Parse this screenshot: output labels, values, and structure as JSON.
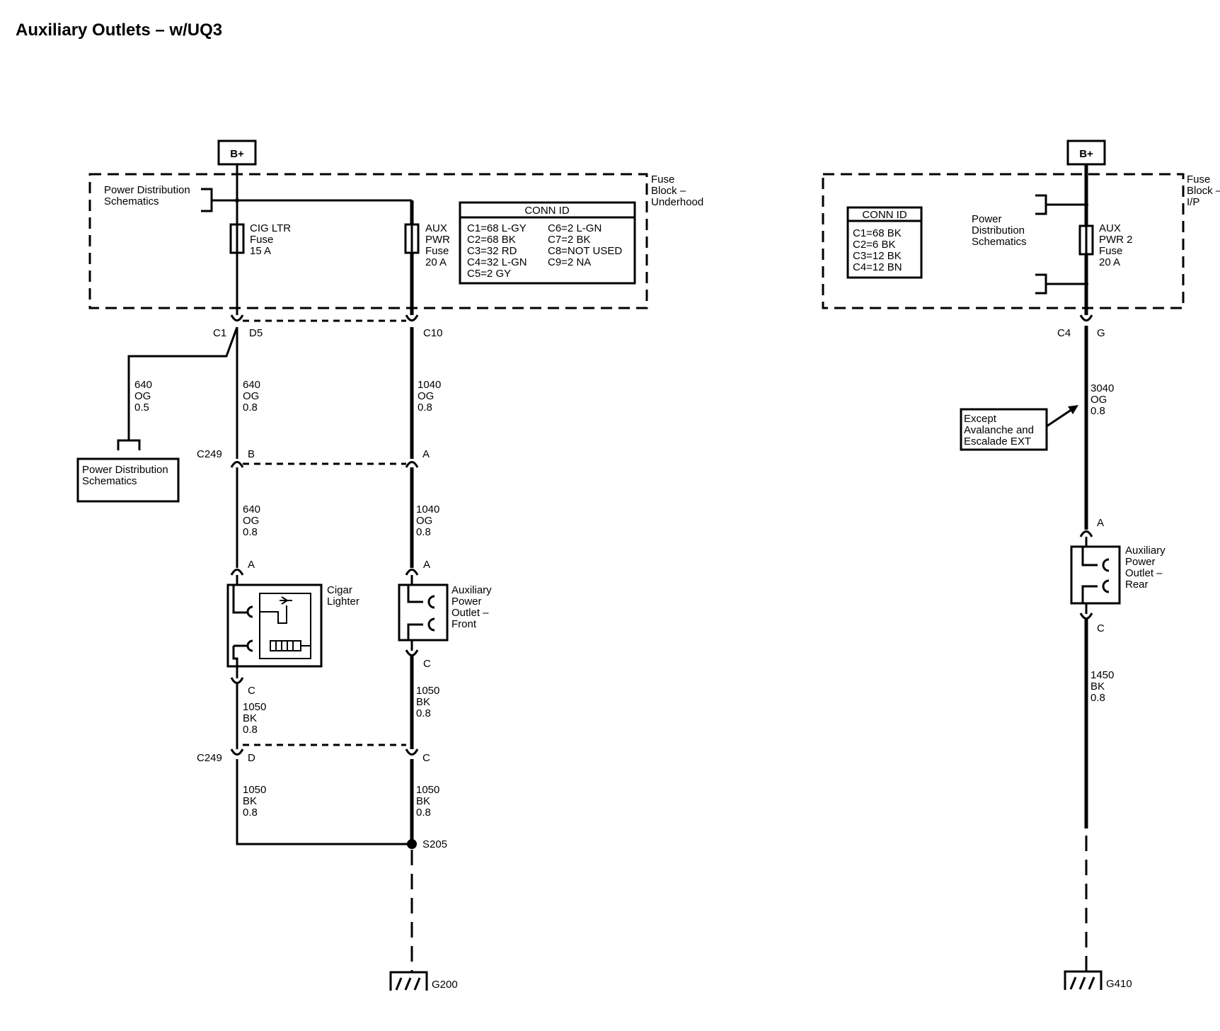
{
  "title": "Auxiliary Outlets – w/UQ3",
  "left_circuit": {
    "battery": "B+",
    "fuse_block_label": [
      "Fuse",
      "Block –",
      "Underhood"
    ],
    "pds_top": [
      "Power Distribution",
      "Schematics"
    ],
    "cig_fuse": [
      "CIG LTR",
      "Fuse",
      "15 A"
    ],
    "aux_fuse": [
      "AUX",
      "PWR",
      "Fuse",
      "20 A"
    ],
    "conn_id": {
      "title": "CONN ID",
      "col1": [
        "C1=68 L-GY",
        "C2=68 BK",
        "C3=32 RD",
        "C4=32 L-GN",
        "C5=2 GY"
      ],
      "col2": [
        "C6=2 L-GN",
        "C7=2 BK",
        "C8=NOT USED",
        "C9=2 NA"
      ]
    },
    "conn_c1": "C1",
    "pin_d5": "D5",
    "conn_c10": "C10",
    "wire_640_05": [
      "640",
      "OG",
      "0.5"
    ],
    "pds_box": [
      "Power Distribution",
      "Schematics"
    ],
    "wire_640_a": [
      "640",
      "OG",
      "0.8"
    ],
    "wire_1040_a": [
      "1040",
      "OG",
      "0.8"
    ],
    "conn_c249_top": "C249",
    "pin_b": "B",
    "pin_a_c249": "A",
    "wire_640_b": [
      "640",
      "OG",
      "0.8"
    ],
    "wire_1040_b": [
      "1040",
      "OG",
      "0.8"
    ],
    "cig_pin_a": "A",
    "aux_pin_a": "A",
    "cigar_lighter": [
      "Cigar",
      "Lighter"
    ],
    "aux_front": [
      "Auxiliary",
      "Power",
      "Outlet –",
      "Front"
    ],
    "cig_pin_c": "C",
    "aux_pin_c": "C",
    "wire_1050_a": [
      "1050",
      "BK",
      "0.8"
    ],
    "wire_1050_b": [
      "1050",
      "BK",
      "0.8"
    ],
    "conn_c249_bot": "C249",
    "pin_d": "D",
    "pin_c_c249": "C",
    "wire_1050_c": [
      "1050",
      "BK",
      "0.8"
    ],
    "wire_1050_d": [
      "1050",
      "BK",
      "0.8"
    ],
    "splice": "S205",
    "ground": "G200"
  },
  "right_circuit": {
    "battery": "B+",
    "fuse_block_label": [
      "Fuse",
      "Block –",
      "I/P"
    ],
    "conn_id": {
      "title": "CONN ID",
      "items": [
        "C1=68 BK",
        "C2=6 BK",
        "C3=12 BK",
        "C4=12 BN"
      ]
    },
    "pds": [
      "Power",
      "Distribution",
      "Schematics"
    ],
    "aux_fuse": [
      "AUX",
      "PWR 2",
      "Fuse",
      "20 A"
    ],
    "conn_c4": "C4",
    "pin_g": "G",
    "wire_3040": [
      "3040",
      "OG",
      "0.8"
    ],
    "except_note": [
      "Except",
      "Avalanche and",
      "Escalade EXT"
    ],
    "pin_a": "A",
    "aux_rear": [
      "Auxiliary",
      "Power",
      "Outlet –",
      "Rear"
    ],
    "pin_c": "C",
    "wire_1450": [
      "1450",
      "BK",
      "0.8"
    ],
    "ground": "G410"
  }
}
